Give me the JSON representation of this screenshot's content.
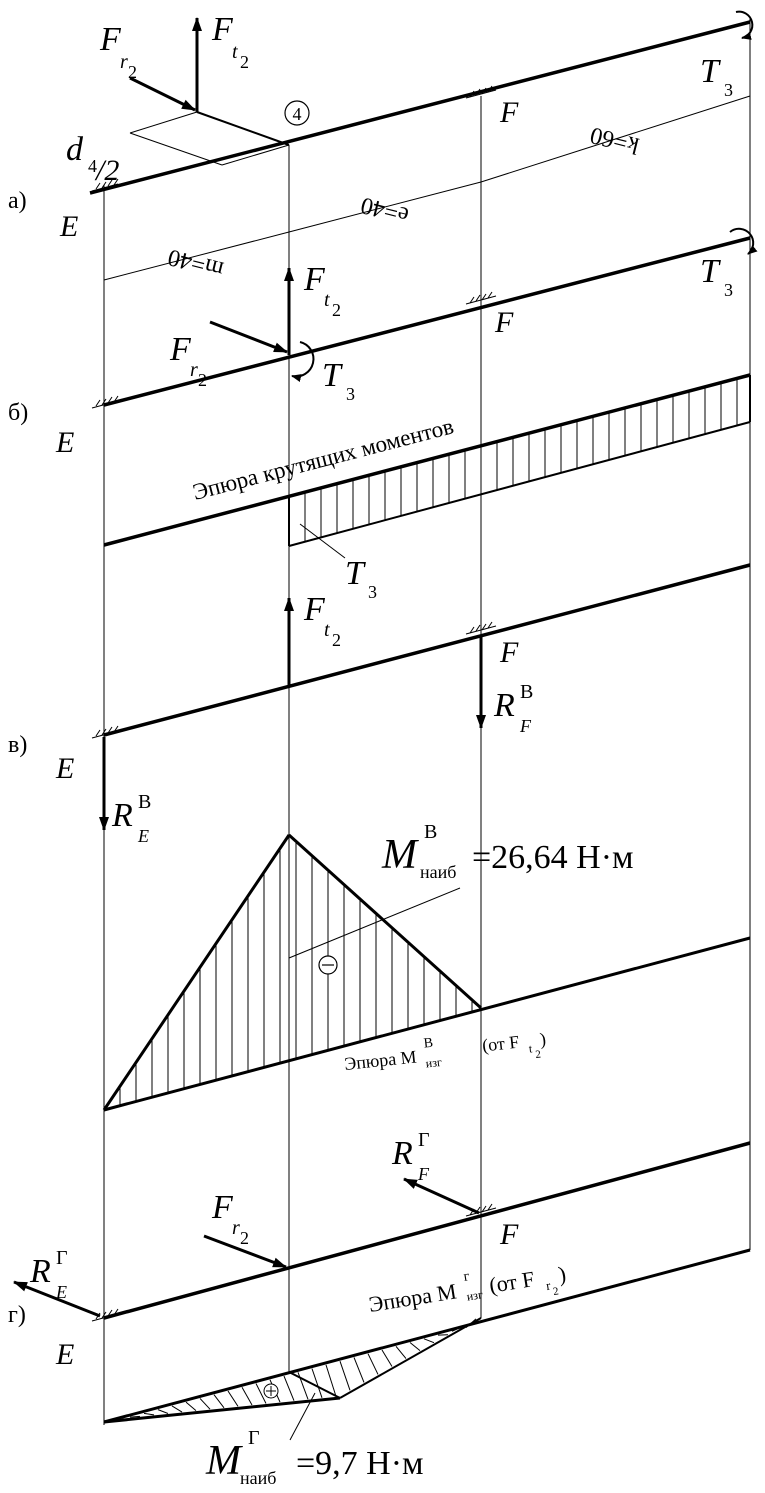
{
  "sections": {
    "a": "а)",
    "b": "б)",
    "v": "в)",
    "g": "г)"
  },
  "supports": {
    "E": "E",
    "F": "F"
  },
  "node_marker": "4",
  "forces": {
    "F": "F",
    "R": "R",
    "T": "T",
    "sub_t": "t",
    "sub_r": "r",
    "sub_2": "2",
    "sub_3": "3",
    "sub_E": "E",
    "sub_F": "F",
    "sup_V": "В",
    "sup_G": "Г",
    "d": "d",
    "d_sub": "4",
    "d_div": "/2"
  },
  "dimensions": {
    "m": "m=40",
    "e": "e=40",
    "k": "k=60"
  },
  "torque_diagram_label": "Эпюра крутящих моментов",
  "moment_v": {
    "M": "M",
    "sup": "В",
    "sub": "наиб",
    "value": "=26,64 Н·м",
    "sign": "−",
    "diag_label": "Эпюра M",
    "diag_sub": "изг",
    "diag_from": "(от F",
    "diag_from_sub": "t",
    "diag_from_sub2": "2",
    "diag_close": ")"
  },
  "moment_g": {
    "M": "M",
    "sup": "Г",
    "sub": "наиб",
    "value": "=9,7 Н·м",
    "sign": "+",
    "diag_label": "Эпюра M",
    "diag_sup": "г",
    "diag_sub": "изг",
    "diag_from": "(от F",
    "diag_from_sub": "r",
    "diag_from_sub2": "2",
    "diag_close": ")"
  }
}
